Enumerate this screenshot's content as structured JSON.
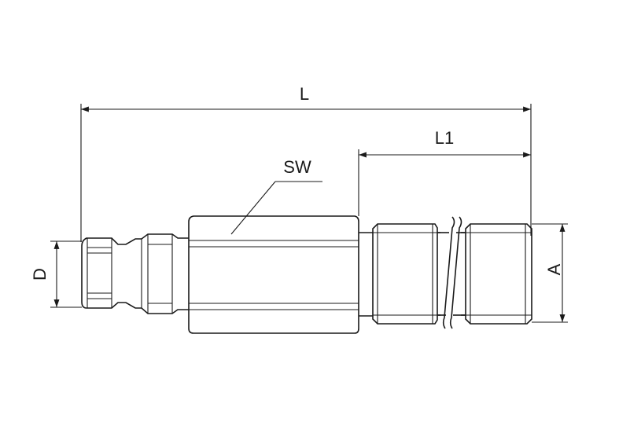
{
  "labels": {
    "L": "L",
    "L1": "L1",
    "SW": "SW",
    "D": "D",
    "A": "A"
  },
  "colors": {
    "line": "#1a1a1a",
    "background": "#ffffff"
  }
}
